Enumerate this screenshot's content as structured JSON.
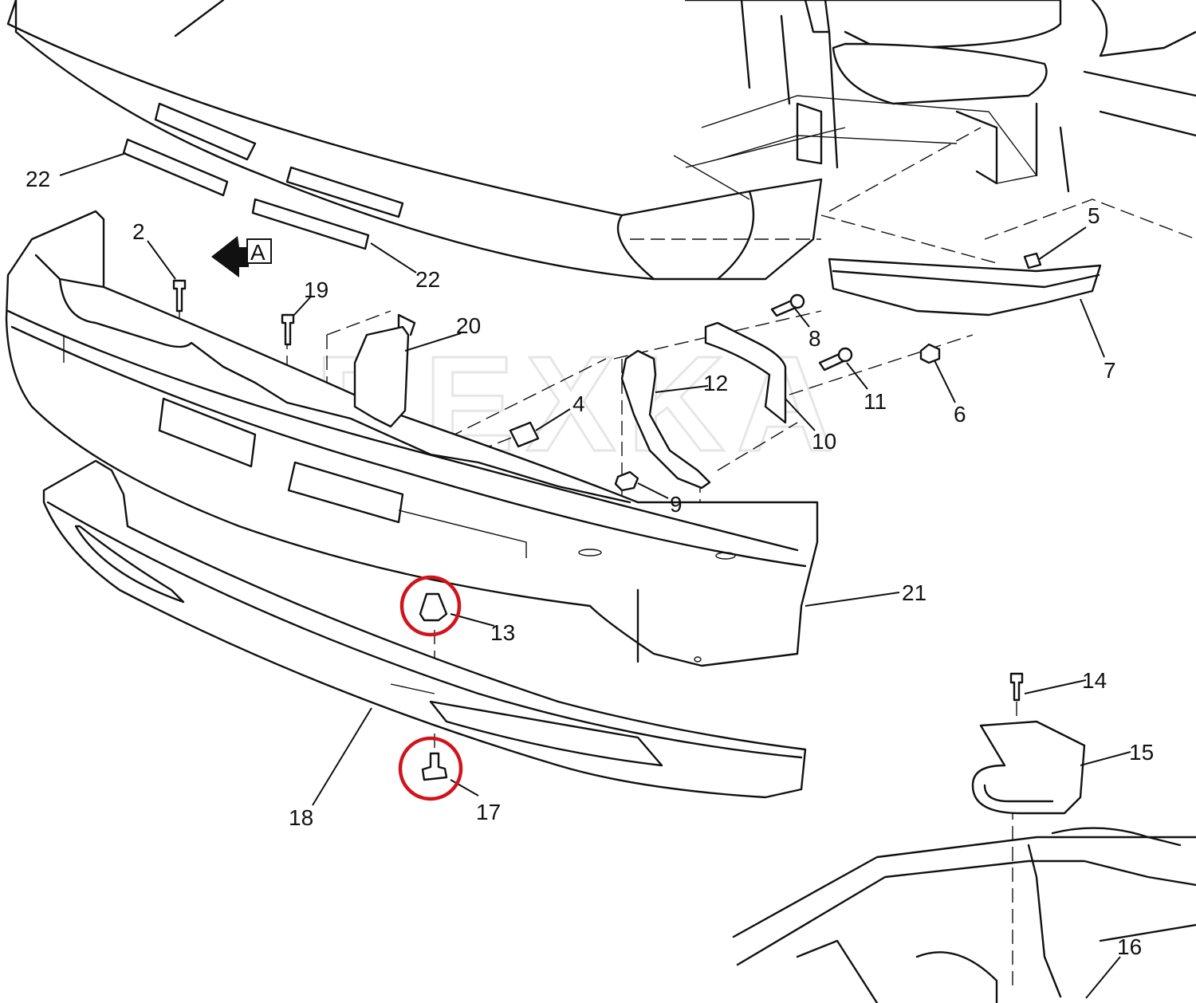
{
  "diagram": {
    "title": "Front bumper assembly exploded view",
    "watermark": "REXKA",
    "view_marker": "A",
    "highlight_color": "#d0141c",
    "callouts": [
      {
        "id": "c22a",
        "label": "22"
      },
      {
        "id": "c2",
        "label": "2"
      },
      {
        "id": "c19",
        "label": "19"
      },
      {
        "id": "c20",
        "label": "20"
      },
      {
        "id": "c22b",
        "label": "22"
      },
      {
        "id": "c5",
        "label": "5"
      },
      {
        "id": "c8",
        "label": "8"
      },
      {
        "id": "c11",
        "label": "11"
      },
      {
        "id": "c7",
        "label": "7"
      },
      {
        "id": "c6",
        "label": "6"
      },
      {
        "id": "c12",
        "label": "12"
      },
      {
        "id": "c4",
        "label": "4"
      },
      {
        "id": "c10",
        "label": "10"
      },
      {
        "id": "c9",
        "label": "9"
      },
      {
        "id": "c21",
        "label": "21"
      },
      {
        "id": "c13",
        "label": "13"
      },
      {
        "id": "c17",
        "label": "17"
      },
      {
        "id": "c18",
        "label": "18"
      },
      {
        "id": "c14",
        "label": "14"
      },
      {
        "id": "c15",
        "label": "15"
      },
      {
        "id": "c16",
        "label": "16"
      }
    ],
    "highlighted_parts": [
      "13",
      "17"
    ]
  }
}
